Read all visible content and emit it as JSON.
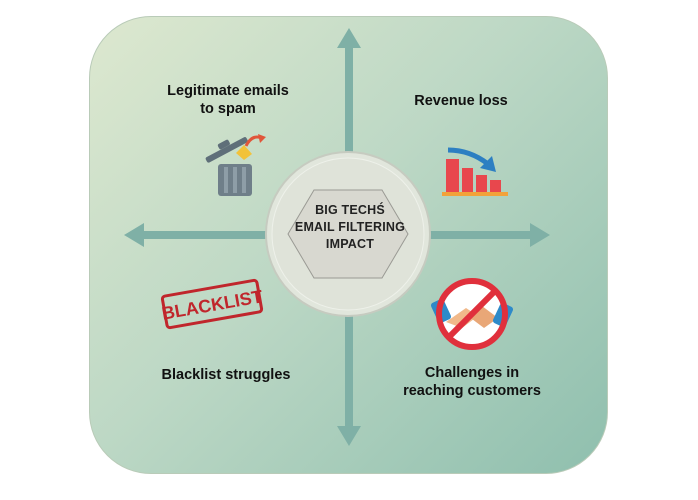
{
  "center": {
    "title": "BIG TECHŚ\nEMAIL FILTERING\nIMPACT"
  },
  "quadrants": {
    "top_left": {
      "label": "Legitimate emails\nto spam",
      "icon": "trash-can-icon"
    },
    "top_right": {
      "label": "Revenue loss",
      "icon": "declining-bar-chart-icon"
    },
    "bottom_left": {
      "label": "Blacklist struggles",
      "icon": "blacklist-stamp-icon",
      "stamp_text": "BLACKLIST"
    },
    "bottom_right": {
      "label": "Challenges in\nreaching customers",
      "icon": "no-handshake-icon"
    }
  },
  "colors": {
    "arrow": "#7fb0a6",
    "panel_light": "#dde8cf",
    "panel_dark": "#8fbfae",
    "hexagon": "#d8d8d0",
    "stamp": "#c0262c"
  }
}
